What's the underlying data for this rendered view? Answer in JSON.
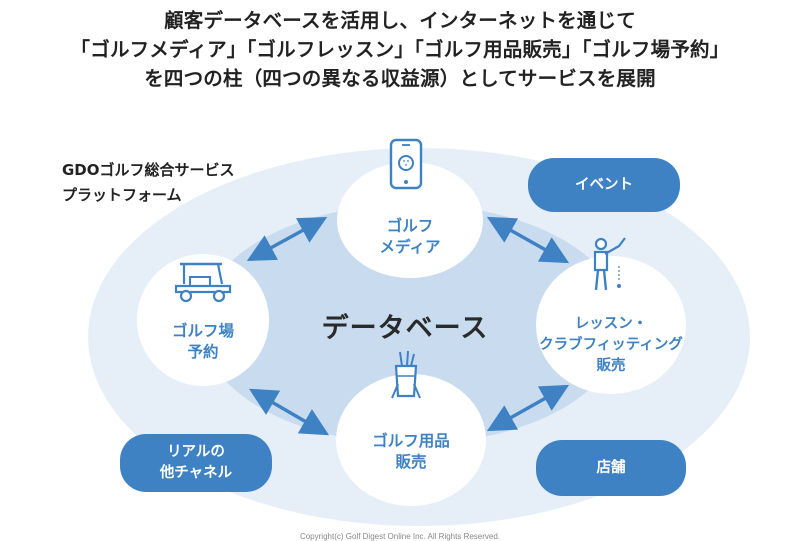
{
  "headline": {
    "line1": "顧客データベースを活用し、インターネットを通じて",
    "line2": "「ゴルフメディア」「ゴルフレッスン」「ゴルフ用品販売」「ゴルフ場予約」",
    "line3": "を四つの柱（四つの異なる収益源）としてサービスを展開"
  },
  "platform_label": "GDOゴルフ総合サービス\nプラットフォーム",
  "core_label": "データベース",
  "pillars": {
    "media": {
      "label": "ゴルフ\nメディア",
      "icon": "smartphone-golf-ball-icon"
    },
    "reservation": {
      "label": "ゴルフ場\n予約",
      "icon": "golf-cart-icon"
    },
    "lesson": {
      "label": "レッスン・\nクラブフィッティング\n販売",
      "icon": "golfer-swing-icon"
    },
    "equipment": {
      "label": "ゴルフ用品\n販売",
      "icon": "golf-bag-icon"
    }
  },
  "channels": {
    "event": "イベント",
    "real_channels": "リアルの\n他チャネル",
    "store": "店舗"
  },
  "copyright": "Copyright(c) Golf Digest Online Inc. All Rights Reserved.",
  "colors": {
    "accent": "#3f82c4",
    "outer_fill": "#e6eff8",
    "inner_fill": "#c9dcef",
    "node_fill": "#ffffff"
  }
}
